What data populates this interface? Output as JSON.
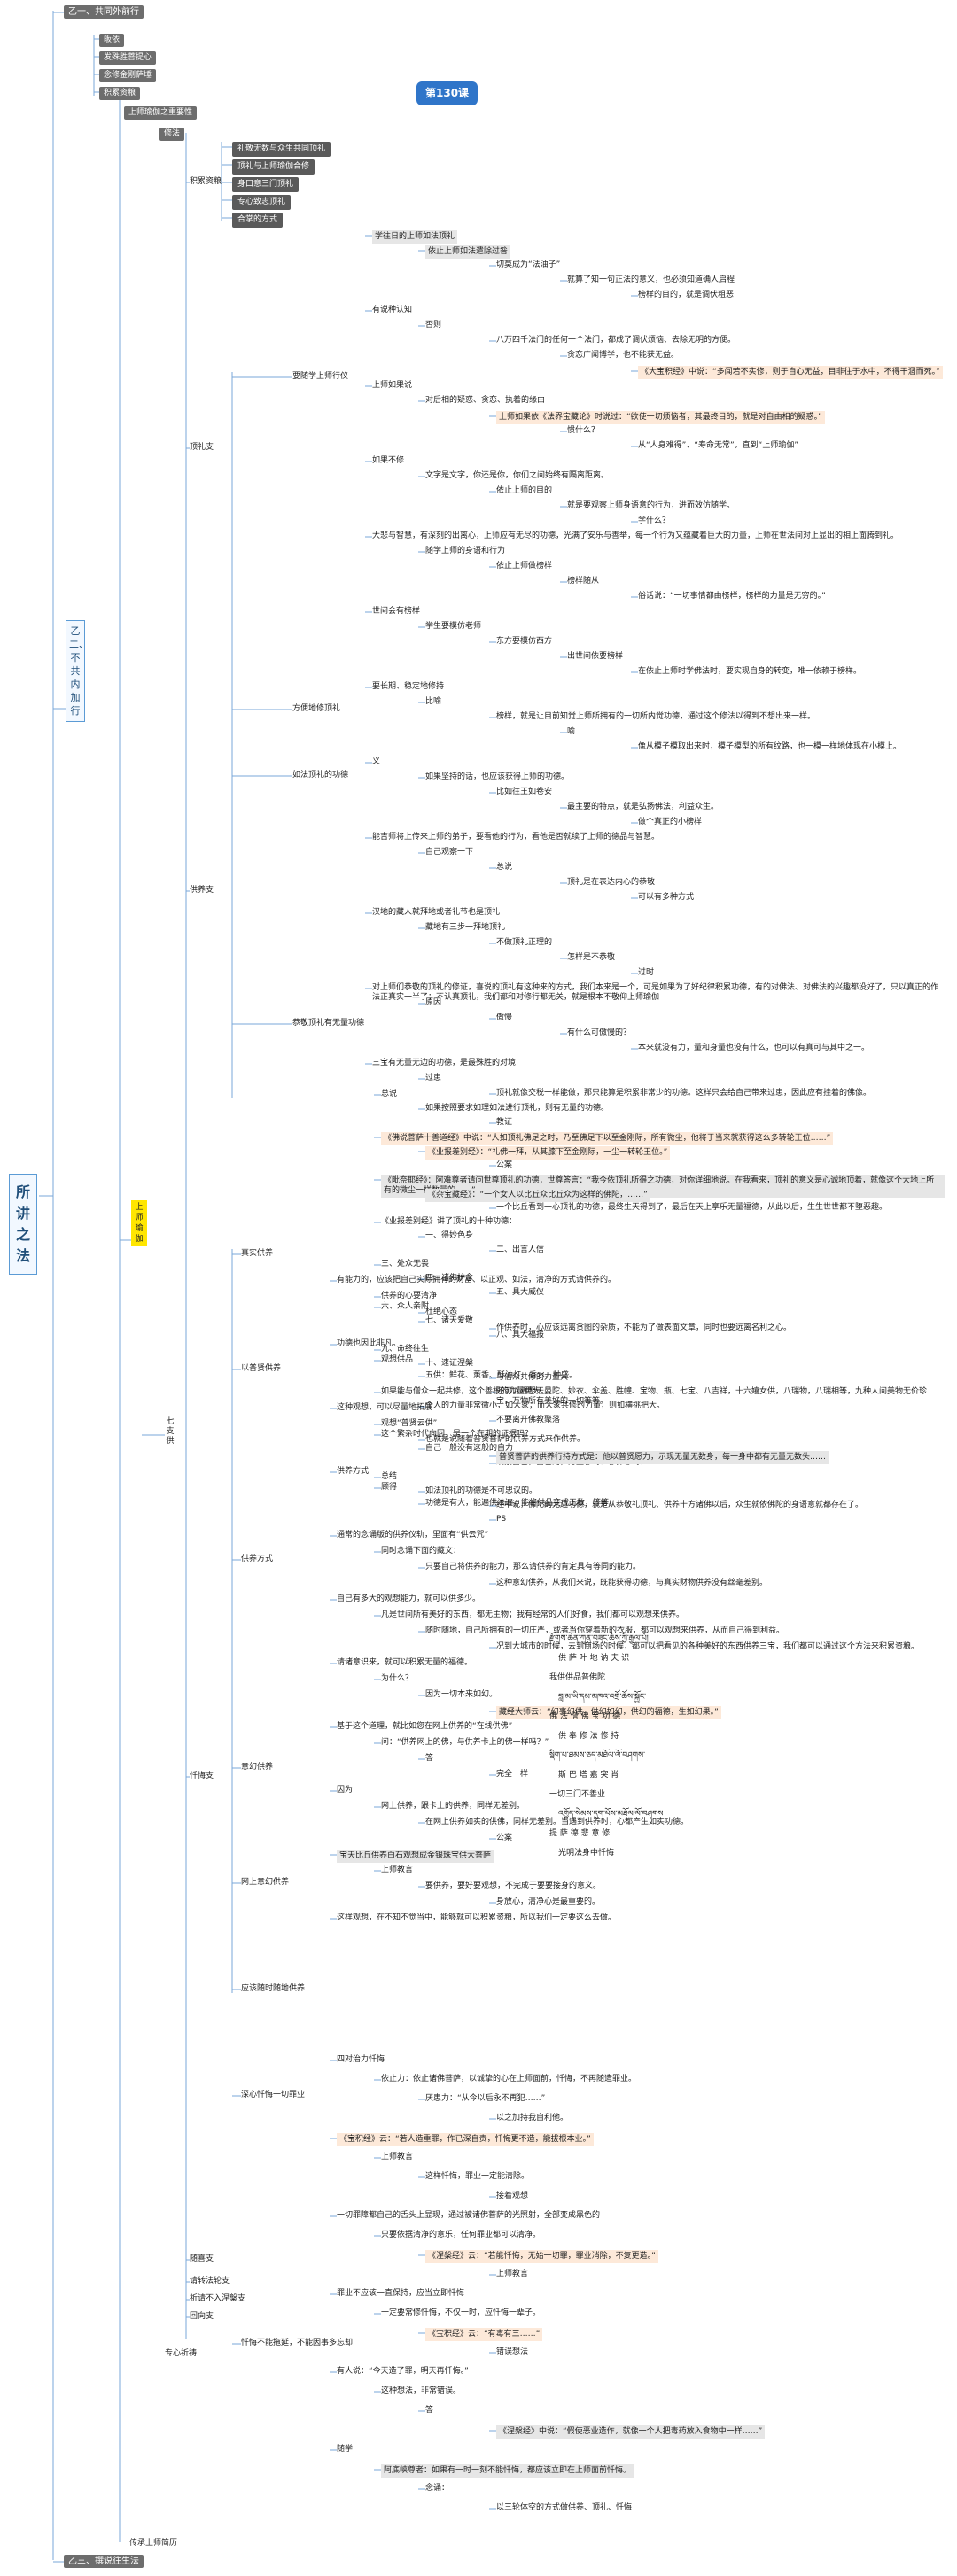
{
  "root": "所讲之法",
  "badge": "第130课",
  "top_level": [
    {
      "label": "乙一、共同外前行"
    },
    {
      "label": "乙二、不共内加行"
    },
    {
      "label": "乙三、撰说往生法"
    }
  ],
  "top_children": [
    "皈依",
    "发殊胜菩提心",
    "念修金刚萨埵",
    "积累资粮"
  ],
  "level3": [
    {
      "label": "上师瑜伽之重要性"
    },
    {
      "label": "修法"
    },
    {
      "label": "七支供"
    },
    {
      "label": "上师瑜伽"
    }
  ],
  "seven_branches": [
    {
      "label": "积累资粮"
    },
    {
      "label": "顶礼支"
    },
    {
      "label": "供养支"
    },
    {
      "label": "忏悔支"
    },
    {
      "label": "随喜支"
    },
    {
      "label": "请转法轮支"
    },
    {
      "label": "祈请不入涅槃支"
    },
    {
      "label": "回向支"
    }
  ],
  "bottom_items": [
    "专心祈祷",
    "传承上师简历"
  ],
  "prostration": {
    "gray_items": [
      "礼敬无数与众生共同顶礼",
      "顶礼与上师瑜伽合修",
      "身口意三门顶礼",
      "专心致志顶礼",
      "合掌的方式"
    ],
    "sub": [
      "要随学上师行仪",
      "如法顶礼的功德",
      "恭敬顶礼有无量功德",
      "方便地修顶礼"
    ],
    "texts": [
      {
        "t": "学往日的上师如法顶礼",
        "s": "gr"
      },
      {
        "t": "依止上师如法遣除过咎",
        "s": "gr"
      },
      {
        "t": "切莫成为“法油子”",
        "s": ""
      },
      {
        "t": "就算了知一句正法的意义，也必须知道确人启程",
        "s": ""
      },
      {
        "t": "榜样的目的，就是调伏粗恶",
        "s": ""
      },
      {
        "t": "有说种认知",
        "s": ""
      },
      {
        "t": "否则",
        "s": ""
      },
      {
        "t": "八万四千法门的任何一个法门，都成了调伏烦恼、去除无明的方便。",
        "s": ""
      },
      {
        "t": "贪恋广闻博学，也不能获无益。",
        "s": ""
      },
      {
        "t": "《大宝积经》中说：“多闻若不实修，则于自心无益，目非往于水中，不得干涸而死。”",
        "s": "hl"
      },
      {
        "t": "上师如果说",
        "s": ""
      },
      {
        "t": "对后相的疑惑、贪恋、执着的缘由",
        "s": ""
      },
      {
        "t": "上师如果依《法界宝藏论》时说过：“欲使一切烦恼者，其最终目的，就是对自由相的疑惑。”",
        "s": "hl"
      },
      {
        "t": "惯什么？",
        "s": ""
      },
      {
        "t": "从“人身难得”、“寿命无常”，直到“上师瑜伽”",
        "s": ""
      },
      {
        "t": "如果不修",
        "s": ""
      },
      {
        "t": "文字是文字，你还是你，你们之间始终有隔离距离。",
        "s": ""
      },
      {
        "t": "依止上师的目的",
        "s": ""
      },
      {
        "t": "就是要观察上师身语意的行为，进而效仿随学。",
        "s": ""
      },
      {
        "t": "学什么？",
        "s": ""
      },
      {
        "t": "大悲与智慧，有深刻的出离心，上师应有无尽的功德，光满了安乐与善举，每一个行为又蕴藏着巨大的力量，上师在世法间对上显出的相上面腾到礼。",
        "s": ""
      },
      {
        "t": "随学上师的身语和行为",
        "s": ""
      },
      {
        "t": "依止上师做榜样",
        "s": ""
      },
      {
        "t": "榜样随从",
        "s": ""
      },
      {
        "t": "俗话说：“一切事情都由榜样，榜样的力量是无穷的。”",
        "s": ""
      },
      {
        "t": "世间会有榜样",
        "s": ""
      },
      {
        "t": "学生要模仿老师",
        "s": ""
      },
      {
        "t": "东方要模仿西方",
        "s": ""
      },
      {
        "t": "出世间依要榜样",
        "s": ""
      },
      {
        "t": "在依止上师时学佛法时，要实现自身的转变，唯一依赖于榜样。",
        "s": ""
      },
      {
        "t": "要长期、稳定地修持",
        "s": ""
      },
      {
        "t": "比喻",
        "s": ""
      },
      {
        "t": "榜样，就是让目前知觉上师所拥有的一切所内觉功德，通过这个修法以得到不想出来一样。",
        "s": ""
      },
      {
        "t": "喻",
        "s": ""
      },
      {
        "t": "像从模子模取出来时，模子模型的所有纹路，也一模一样地体现在小模上。",
        "s": ""
      },
      {
        "t": "义",
        "s": ""
      },
      {
        "t": "如果坚持的话，也应该获得上师的功德。",
        "s": ""
      },
      {
        "t": "比如往王如卷安",
        "s": ""
      },
      {
        "t": "最主要的特点，就是弘扬佛法，利益众生。",
        "s": ""
      },
      {
        "t": "做个真正的小榜样",
        "s": ""
      },
      {
        "t": "能吉师将上传来上师的弟子，要看他的行为，看他是否就续了上师的德品与智慧。",
        "s": ""
      },
      {
        "t": "自己观察一下",
        "s": ""
      },
      {
        "t": "总说",
        "s": ""
      },
      {
        "t": "顶礼是在表达内心的恭敬",
        "s": ""
      },
      {
        "t": "可以有多种方式",
        "s": ""
      },
      {
        "t": "汉地的藏人就拜地或者礼节也是顶礼",
        "s": ""
      },
      {
        "t": "藏地有三步一拜地顶礼",
        "s": ""
      },
      {
        "t": "不做顶礼正理的",
        "s": ""
      },
      {
        "t": "怎样是不恭敬",
        "s": ""
      },
      {
        "t": "过时",
        "s": ""
      },
      {
        "t": "对上师们恭敬的顶礼的修证，喜说的顶礼有这种来的方式，我们本来是一个，可是如果为了好纪律积累功德，有的对佛法、对佛法的兴趣都没好了，只以真正的作法正真实一半了；不认真顶礼，我们都和对修行都无关，就是根本不敬仰上师瑜伽",
        "s": ""
      },
      {
        "t": "原因",
        "s": ""
      },
      {
        "t": "傲慢",
        "s": ""
      },
      {
        "t": "有什么可傲慢的？",
        "s": ""
      },
      {
        "t": "本来就没有力，量和身量也没有什么，也可以有真可与其中之一。",
        "s": ""
      },
      {
        "t": "三宝有无量无边的功德，是最殊胜的对境",
        "s": ""
      },
      {
        "t": "过患",
        "s": ""
      },
      {
        "t": "顶礼就像交税一样能做，那只能算是积累非常少的功德。这样只会给自己带来过患，因此应有挂着的佛像。",
        "s": ""
      }
    ]
  },
  "infinite_merit": [
    {
      "t": "总说",
      "s": ""
    },
    {
      "t": "如果按照要求如理如法进行顶礼，则有无量的功德。",
      "s": ""
    },
    {
      "t": "教证",
      "s": ""
    },
    {
      "t": "《佛说菩萨十善道经》中说：“人如顶礼佛足之时，乃至佛足下以至金刚际，所有微尘，他将于当来就获得这么多转轮王位……”",
      "s": "hl"
    },
    {
      "t": "《业报差别经》：“礼佛一拜，从其膝下至金刚际，一尘一转轮王位。”",
      "s": "hl"
    },
    {
      "t": "公案",
      "s": ""
    },
    {
      "t": "《毗奈耶经》：阿难尊者请问世尊顶礼的功德，世尊答言：“我今依顶礼所得之功德，对你详细地说。在我看来，顶礼的意义是心诚地顶着，就像这个大地上所有的微尘一样数量的……”",
      "s": "gr"
    },
    {
      "t": "《杂宝藏经》：“一个女人以比丘众比丘众为这样的佛陀，……”",
      "s": "gr"
    },
    {
      "t": "一个比丘看到一心顶礼的功德，最终生天得到了，最后在天上享乐无量福德，从此以后，生生世世都不堕恶趣。",
      "s": ""
    },
    {
      "t": "《业报差别经》讲了顶礼的十种功德：",
      "s": ""
    },
    {
      "t": "一、得妙色身",
      "s": ""
    },
    {
      "t": "二、出言人信",
      "s": ""
    },
    {
      "t": "三、处众无畏",
      "s": ""
    },
    {
      "t": "四、诸佛护念",
      "s": ""
    },
    {
      "t": "五、具大威仪",
      "s": ""
    },
    {
      "t": "六、众人亲附",
      "s": ""
    },
    {
      "t": "七、诸天爱敬",
      "s": ""
    },
    {
      "t": "八、具大福报",
      "s": ""
    },
    {
      "t": "九、命终往生",
      "s": ""
    },
    {
      "t": "十、速证涅槃",
      "s": ""
    },
    {
      "t": "与信众共修的力量大",
      "s": ""
    },
    {
      "t": "如果能与僧众一起共修，这个善根的力量更大。",
      "s": ""
    },
    {
      "t": "个人的力量非常微小，如大家；而大家共修的力量，则如横挑把大。",
      "s": ""
    },
    {
      "t": "不要离开佛教聚落",
      "s": ""
    },
    {
      "t": "这个繁杂时代向回，是一个在期的证据吗？",
      "s": ""
    },
    {
      "t": "自己一般没有这般的自力",
      "s": ""
    },
    {
      "t": "观察自己，自己的，力量够吗？够养够吗？",
      "s": ""
    },
    {
      "t": "总结",
      "s": ""
    },
    {
      "t": "如法顶礼的功德是不可思议的。",
      "s": ""
    },
    {
      "t": "经中说，佛陀的无边功德，就是从恭敬礼顶礼、供养十方诸佛以后，众生就依佛陀的身语意就都存在了。",
      "s": ""
    }
  ],
  "offering": {
    "sub": [
      "真实供养",
      "意幻供养",
      "以普贤供养",
      "网上意幻供养",
      "供养方式",
      "应该随时随地供养"
    ],
    "texts": [
      {
        "t": "有能力的，应该把自己实际拥有的财富、以正观、如法，清净的方式请供养的。",
        "s": ""
      },
      {
        "t": "供养的心要清净",
        "s": ""
      },
      {
        "t": "杜绝心态",
        "s": ""
      },
      {
        "t": "作供养时，心应该远离贪图的杂质，不能为了做表面文章，同时也要远离名利之心。",
        "s": ""
      },
      {
        "t": "功德也因此非凡。",
        "s": ""
      },
      {
        "t": "观想供品",
        "s": ""
      },
      {
        "t": "五供：鲜花、薰香、酥油灯、香水、种盛。",
        "s": ""
      },
      {
        "t": "还可以观想天曼陀、妙衣、伞盖、胜幢、宝物、瓶、七宝、八吉祥，十六嬉女供，八瑞物，八瑞相等，九种人间美物无价珍宝，万物所有美好的一切等等。",
        "s": ""
      },
      {
        "t": "这种观想，可以尽量地拓展",
        "s": ""
      },
      {
        "t": "观想“普贤云供”",
        "s": ""
      },
      {
        "t": "也就是说随着普贤菩萨的供养方式来作供养。",
        "s": ""
      },
      {
        "t": "普贤菩萨的供养行持方式是：他以普贤愿力，示现无量无数身，每一身中都有无量无数头……",
        "s": "gr"
      },
      {
        "t": "供养方式",
        "s": ""
      },
      {
        "t": "顾得",
        "s": ""
      },
      {
        "t": "功德是有大，能遍供法遍，能将供品变成无数，等等。",
        "s": ""
      },
      {
        "t": "PS",
        "s": ""
      },
      {
        "t": "通常的念诵版的供养仪轨，里面有“供云咒”",
        "s": ""
      },
      {
        "t": "同时念诵下面的藏文：",
        "s": ""
      },
      {
        "t": "只要自己将供养的能力，那么请供养的肯定具有等同的能力。",
        "s": ""
      },
      {
        "t": "这种意幻供养，从我们来说，既能获得功德，与真实财物供养没有丝毫差别。",
        "s": ""
      },
      {
        "t": "自己有多大的观想能力，就可以供多少。",
        "s": ""
      },
      {
        "t": "凡是世间所有美好的东西，都无主物；我有经常的人们好食，我们都可以观想来供养。",
        "s": ""
      },
      {
        "t": "随时随地，自己所拥有的一切庄严，或者当你穿着新的衣服，都可以观想来供养，从而自己得到利益。",
        "s": ""
      },
      {
        "t": "况到大城市的时候，去到商场的时候，都可以把看见的各种美好的东西供养三宝，我们都可以通过这个方法来积累资粮。",
        "s": ""
      },
      {
        "t": "请诸意识来，就可以积累无量的福德。",
        "s": ""
      },
      {
        "t": "为什么？",
        "s": ""
      },
      {
        "t": "因为一切本来如幻。",
        "s": ""
      },
      {
        "t": "藏经大师云：“幻事幻供，供幻如幻，供幻的福德，生如幻果。”",
        "s": "hl"
      },
      {
        "t": "基于这个道理，就比如您在网上供养的“在线供佛”",
        "s": ""
      },
      {
        "t": "问：“供养网上的佛，与供养卡上的佛一样吗？”",
        "s": ""
      },
      {
        "t": "答",
        "s": ""
      },
      {
        "t": "完全一样",
        "s": ""
      },
      {
        "t": "因为",
        "s": ""
      },
      {
        "t": "网上供养，跟卡上的供养，同样无差别。",
        "s": ""
      },
      {
        "t": "在网上供养如实的供佛，同样无差别。当遇到供养时，心都产生如实功德。",
        "s": ""
      },
      {
        "t": "公案",
        "s": ""
      },
      {
        "t": "宝天比丘供养白石观想成金银珠宝供大菩萨",
        "s": "gr"
      },
      {
        "t": "上师教言",
        "s": ""
      },
      {
        "t": "要供养，要好要观想，不完成于要要接身的意义。",
        "s": ""
      },
      {
        "t": "身放心，清净心是最重要的。",
        "s": ""
      },
      {
        "t": "这样观想，在不知不觉当中，能够就可以积累资粮，所以我们一定要这么去做。",
        "s": ""
      }
    ]
  },
  "confession": {
    "sub": [
      "深心忏悔一切罪业",
      "忏悔不能拖延，不能因事多忘却"
    ],
    "texts": [
      {
        "t": "四对治力忏悔",
        "s": ""
      },
      {
        "t": "依止力：依止诸佛菩萨，以诚挚的心在上师面前，忏悔，不再随造罪业。",
        "s": ""
      },
      {
        "t": "厌患力：“从今以后永不再犯……”",
        "s": ""
      },
      {
        "t": "以之加持我自利他。",
        "s": ""
      },
      {
        "t": "《宝积经》云：“若人造重罪，作已深自责，忏悔更不造，能拔根本业。”",
        "s": "hl"
      },
      {
        "t": "上师教言",
        "s": ""
      },
      {
        "t": "这样忏悔，罪业一定能清除。",
        "s": ""
      },
      {
        "t": "接着观想",
        "s": ""
      },
      {
        "t": "一切罪障都自己的舌头上显现，通过被诸佛菩萨的光照射，全部变成黑色的",
        "s": ""
      },
      {
        "t": "只要依据清净的意乐，任何罪业都可以清净。",
        "s": ""
      },
      {
        "t": "《涅槃经》云：“若能忏悔，无始一切罪，罪业消除，不复更造。”",
        "s": "hl"
      },
      {
        "t": "上师教言",
        "s": ""
      },
      {
        "t": "罪业不应该一直保持，应当立即忏悔",
        "s": ""
      },
      {
        "t": "一定要常修忏悔，不仅一时，应忏悔一辈子。",
        "s": ""
      },
      {
        "t": "《宝积经》云：“有毒有三……”",
        "s": "hl"
      },
      {
        "t": "错误想法",
        "s": ""
      },
      {
        "t": "有人说：“今天造了罪，明天再忏悔。”",
        "s": ""
      },
      {
        "t": "这种想法，非常错误。",
        "s": ""
      },
      {
        "t": "答",
        "s": ""
      },
      {
        "t": "《涅槃经》中说：“假使恶业造作，就像一个人把毒药放入食物中一样……”",
        "s": "gr"
      },
      {
        "t": "随学",
        "s": ""
      },
      {
        "t": "阿底峡尊者：如果有一时一刻不能忏悔，都应该立即在上师面前忏悔。",
        "s": "gr"
      },
      {
        "t": "念诵：",
        "s": ""
      },
      {
        "t": "以三轮体空的方式做供养、顶礼、忏悔",
        "s": ""
      }
    ]
  },
  "tibetan_lines": [
    "རྫོགས་ཆེན་ཀུན་བཟང་ཆོས་ཀྱི་རྒྱལ་པོ།",
    "供 萨 叶 地 讷 夫 识",
    "我供供品普佛陀",
    "བླ་མ་ཡི་དམ་མཁའ་འགྲོ་ཆོས་སྐྱོང་",
    "佛 法 僧 佛 宝 功 德",
    "供 奉 修 法 修 持",
    "སྡིག་པ་ཐམས་ཅད་མཐོལ་ལོ་བཤགས་",
    "斯 巴 塔 嘉 突 肖",
    "一切三门不善业",
    "འགྱོད་སེམས་དྲག་པོས་མཐོལ་ལོ་བཤགས",
    "提 萨 德 悲 意 修",
    "光明法身中忏悔"
  ]
}
